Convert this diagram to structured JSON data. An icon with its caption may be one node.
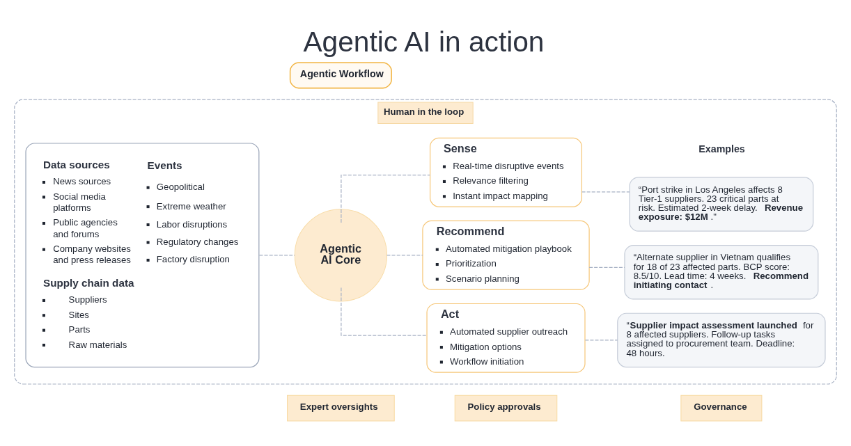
{
  "diagram": {
    "title": "Agentic AI in action",
    "nodes": [
      {
        "text": [
          "Agentic Workflow"
        ]
      },
      {
        "text": [
          "Human in the loop"
        ]
      },
      {
        "text": [
          "Data sources",
          "News sources",
          "Social media platforms",
          "Public agencies and forums",
          "Company websites and press releases",
          "Events",
          "Geopolitical",
          "Extreme weather",
          "Labor disruptions",
          "Regulatory changes",
          "Factory disruption",
          "Supply chain data",
          "Suppliers",
          "Sites",
          "Parts",
          "Raw materials"
        ],
        "in": 1
      },
      {
        "text": [
          "Agentic AI Core"
        ],
        "in": 1
      },
      {
        "text": [
          "Sense",
          "Real-time disruptive events",
          "Relevance filtering",
          "Instant impact mapping"
        ],
        "in": 1
      },
      {
        "text": [
          "Recommend",
          "Automated mitigation playbook",
          "Prioritization",
          "Scenario planning"
        ],
        "in": 1
      },
      {
        "text": [
          "Act",
          "Automated supplier outreach",
          "Mitigation options",
          "Workflow initiation"
        ],
        "in": 1
      },
      {
        "text": [
          "“Port strike in Los Angeles affects 8 Tier-1 suppliers. 23 critical parts at risk. Estimated 2-week delay. **Revenue exposure: $12M**.\""
        ],
        "in": 1
      },
      {
        "text": [
          "“Alternate supplier in Vietnam qualifies for 18 of 23 affected parts. BCP score: 8.5/10. Lead time: 4 weeks. **Recommend initiating contact**."
        ],
        "in": 1
      },
      {
        "text": [
          "“**Supplier impact assessment launched** for 8 affected suppliers. Follow-up tasks assigned to procurement team. Deadline: 48 hours."
        ],
        "in": 1
      },
      {
        "text": [
          "Expert oversights"
        ]
      },
      {
        "text": [
          "Policy approvals"
        ]
      },
      {
        "text": [
          "Governance"
        ]
      }
    ],
    "edges": [
      {
        "from": 2,
        "to": 3,
        "arrow": "none",
        "style": "dashed"
      },
      {
        "from": 3,
        "to": 4,
        "arrow": "none",
        "style": "dashed"
      },
      {
        "from": 3,
        "to": 5,
        "arrow": "none",
        "style": "dashed"
      },
      {
        "from": 3,
        "to": 6,
        "arrow": "none",
        "style": "dashed"
      },
      {
        "from": 4,
        "to": 7,
        "arrow": "none",
        "style": "dashed"
      },
      {
        "from": 5,
        "to": 8,
        "arrow": "none",
        "style": "dashed"
      },
      {
        "from": 6,
        "to": 9,
        "arrow": "none",
        "style": "dashed"
      }
    ],
    "labels": [
      "Examples"
    ]
  }
}
